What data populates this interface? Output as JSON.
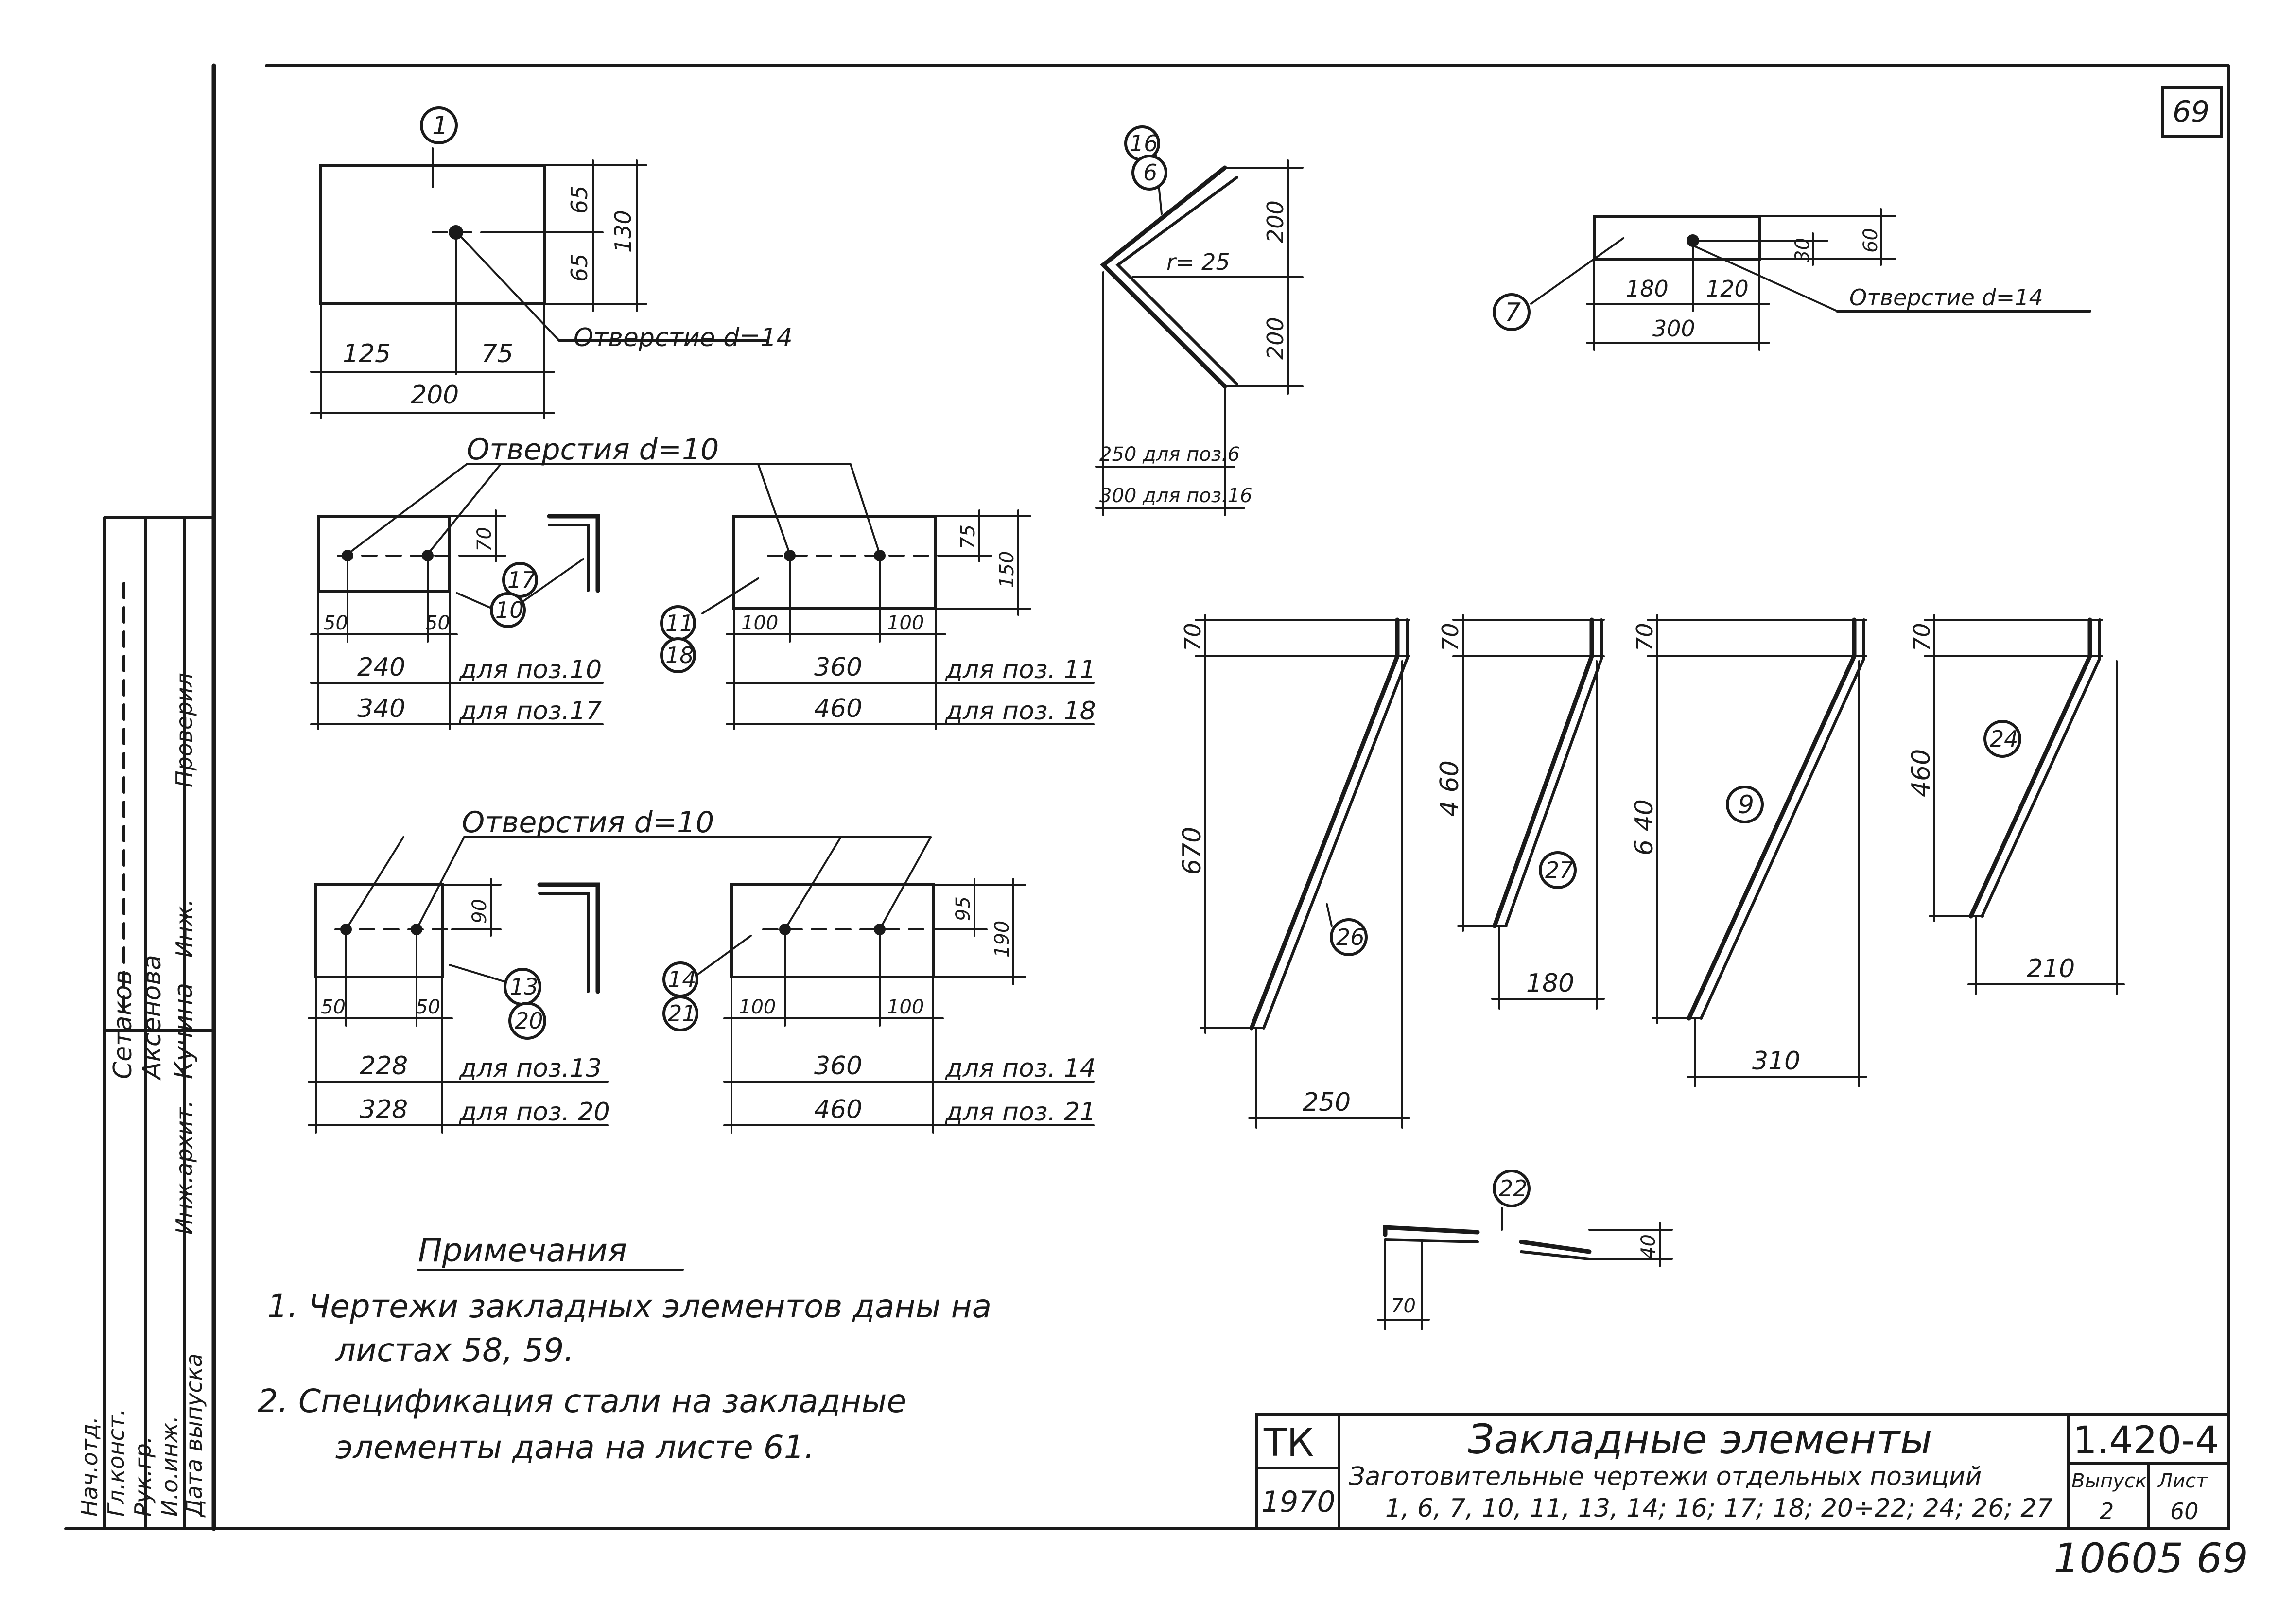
{
  "sheet_corner": "69",
  "bottom_number": "10605 69",
  "part1": {
    "pos": "1",
    "dims": {
      "d65a": "65",
      "d65b": "65",
      "d130": "130",
      "d125": "125",
      "d75": "75",
      "d200": "200"
    },
    "hole_label": "Отверстие d=14"
  },
  "part6": {
    "pos_a": "16",
    "pos_b": "6",
    "dims": {
      "d200a": "200",
      "d200b": "200",
      "radius": "r= 25"
    },
    "len6": "250 для поз.6",
    "len16": "300 для поз.16"
  },
  "part7": {
    "pos": "7",
    "dims": {
      "d180": "180",
      "d120": "120",
      "d300": "300",
      "d30": "30",
      "d60": "60"
    },
    "hole_label": "Отверстие d=14"
  },
  "row1": {
    "holes_label": "Отверстия d=10",
    "left": {
      "pos_a": "17",
      "pos_b": "10",
      "dims": {
        "d70": "70",
        "d50a": "50",
        "d50b": "50",
        "d240": "240",
        "d340": "340"
      },
      "for_a": "для поз.10",
      "for_b": "для поз.17"
    },
    "right": {
      "pos_a": "11",
      "pos_b": "18",
      "dims": {
        "d75": "75",
        "d150": "150",
        "d100a": "100",
        "d100b": "100",
        "d360": "360",
        "d460": "460"
      },
      "for_a": "для поз. 11",
      "for_b": "для поз. 18"
    }
  },
  "row2": {
    "holes_label": "Отверстия d=10",
    "left": {
      "pos_a": "13",
      "pos_b": "20",
      "dims": {
        "d90": "90",
        "d50a": "50",
        "d50b": "50",
        "d228": "228",
        "d328": "328"
      },
      "for_a": "для поз.13",
      "for_b": "для поз. 20"
    },
    "right": {
      "pos_a": "14",
      "pos_b": "21",
      "dims": {
        "d95": "95",
        "d190": "190",
        "d100a": "100",
        "d100b": "100",
        "d360": "360",
        "d460": "460"
      },
      "for_a": "для поз. 14",
      "for_b": "для поз. 21"
    }
  },
  "bars": [
    {
      "pos": "26",
      "top": "70",
      "height": "670",
      "width": "250"
    },
    {
      "pos": "27",
      "top": "70",
      "height": "4 60",
      "width": "180"
    },
    {
      "pos": "9",
      "top": "70",
      "height": "6 40",
      "width": "310"
    },
    {
      "pos": "24",
      "top": "70",
      "height": "460",
      "width": "210"
    }
  ],
  "part22": {
    "pos": "22",
    "d40": "40",
    "d70": "70"
  },
  "notes": {
    "title": "Примечания",
    "items": [
      "1. Чертежи закладных элементов даны на",
      "листах 58, 59.",
      "2. Спецификация стали на закладные",
      "элементы дана на листе 61."
    ]
  },
  "title_block": {
    "org": "ТК",
    "year": "1970",
    "title": "Закладные элементы",
    "subtitle": "Заготовительные чертежи отдельных позиций",
    "positions": "1, 6, 7, 10, 11, 13, 14; 16; 17; 18; 20÷22; 24; 26; 27",
    "code": "1.420-4",
    "issue_label": "Выпуск",
    "issue": "2",
    "sheet_label": "Лист",
    "sheet": "60"
  },
  "staff": {
    "roles": [
      "Нач.отд.",
      "Гл.конст.",
      "Рук.гр.",
      "И.о.инж.",
      "Дата выпуска"
    ],
    "names": [
      "Сетаков",
      "Аксенова",
      "Кучина"
    ],
    "marks": [
      "Инж.архит.",
      "Инж.",
      "Проверил"
    ]
  }
}
